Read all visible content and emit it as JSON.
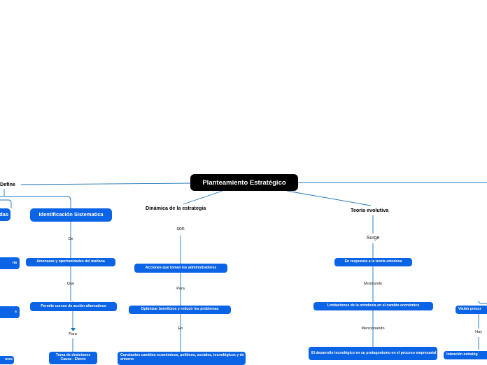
{
  "root": {
    "title": "Planteamiento Estratégico"
  },
  "left_branch": {
    "label": "Define",
    "partial_top": "das",
    "partial_mid1": "na",
    "partial_mid2": "s",
    "partial_bottom": "ores",
    "identificacion": {
      "title": "Identificación Sistematica",
      "link1": "De",
      "node1": "Amenazas y oportunidades del mañana",
      "link2": "Que",
      "node2": "Permite cursos de acción alternativos",
      "link3": "Para",
      "node3_line1": "Toma de desiciones",
      "node3_line2": "Causa - Efecto"
    }
  },
  "dinamica": {
    "title": "Dinámica de la estrategia",
    "link1": "son",
    "node1": "Acciones que toman los administradores",
    "link2": "Para",
    "node2": "Optimizar beneficios y reducir los problemas",
    "link3": "En",
    "node3": "Constantes cambios económicos, politicos, sociales, tecnológicos y de entorno"
  },
  "teoria": {
    "title": "Teoría evolutiva",
    "link1": "Surge",
    "node1": "En respuesta a la teoría ortodoxa",
    "link2": "Mostrando",
    "node2": "Limitaciones de la ortodoxia en el cambio económico",
    "link3": "Mencionando",
    "node3": "El desarrollo tecnológico en su protagonismo en el proceso empresarial"
  },
  "right_branch": {
    "node1": "Visión prescr",
    "link1": "Hay",
    "node2": "Intención estratég"
  },
  "colors": {
    "topic": "#0b63e5",
    "root": "#000000",
    "connector": "#1a73b8"
  }
}
